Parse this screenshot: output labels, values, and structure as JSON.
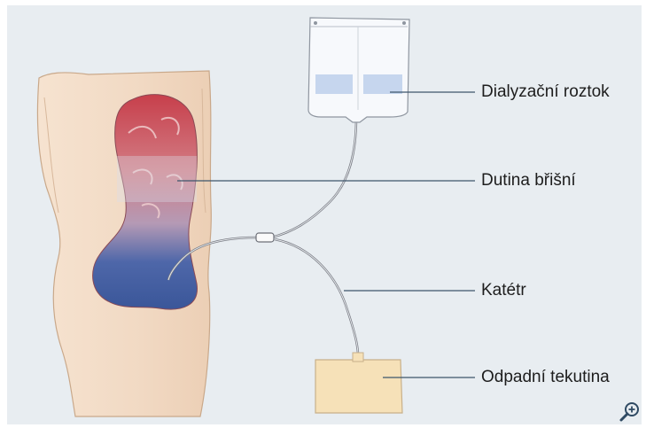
{
  "diagram": {
    "labels": {
      "solution": "Dialyzační roztok",
      "cavity": "Dutina břišní",
      "catheter": "Katétr",
      "waste": "Odpadní tekutina"
    },
    "colors": {
      "background": "#e8edf1",
      "skin": "#f3dcc6",
      "cavity_top": "#c9454f",
      "cavity_bottom": "#3f5fa3",
      "bag": "#f6f8fb",
      "waste_bag": "#f4deb5",
      "leader_line": "#3d566b"
    }
  },
  "controls": {
    "zoom_icon": "magnifier-plus-icon"
  }
}
